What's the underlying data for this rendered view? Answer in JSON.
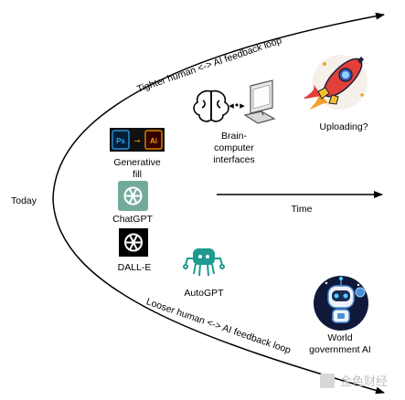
{
  "labels": {
    "today": "Today",
    "time": "Time",
    "tighter_loop": "Tighter human <-> AI feedback loop",
    "looser_loop": "Looser human <-> AI feedback loop"
  },
  "nodes": {
    "generative_fill": [
      "Generative",
      "fill"
    ],
    "chatgpt": "ChatGPT",
    "dalle": "DALL-E",
    "autogpt": "AutoGPT",
    "bci": [
      "Brain-",
      "computer",
      "interfaces"
    ],
    "uploading": "Uploading?",
    "world_gov": [
      "World",
      "government AI"
    ]
  },
  "icons": {
    "photoshop": "Ps",
    "illustrator": "Ai"
  },
  "watermark": "金色财经",
  "colors": {
    "chatgpt_green": "#74aa9c",
    "autogpt_teal": "#1e9a8f",
    "photoshop_blue": "#31a8ff",
    "illustrator_orange": "#ff9a00",
    "rocket_red": "#e2403a",
    "robot_blue": "#4a90d9"
  }
}
